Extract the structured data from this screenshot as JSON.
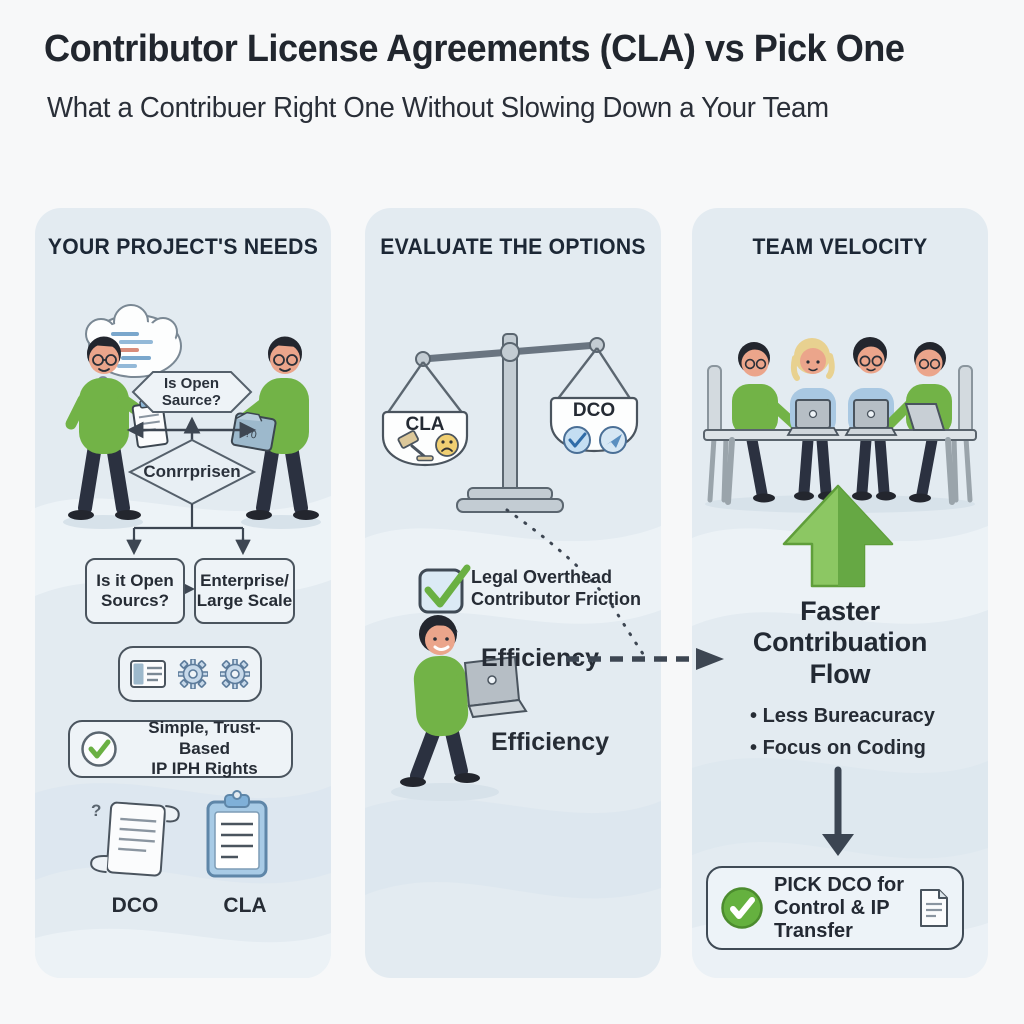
{
  "header": {
    "title": "Contributor License Agreements (CLA) vs Pick One",
    "subtitle": "What a Contribuer Right One Without Slowing Down a Your Team"
  },
  "p1": {
    "title": "YOUR PROJECT'S NEEDS",
    "hexagon_label": "Is Open Saurce?",
    "diamond_label": "Conrrprisen",
    "box_left": "Is it Open\nSourcs?",
    "box_right": "Enterprise/\nLarge Scale",
    "trust_label": "Simple, Trust-Based\nIP IPH Rights",
    "scroll_mark": "?",
    "dco_label": "DCO",
    "cla_label": "CLA"
  },
  "p2": {
    "title": "EVALUATE THE OPTIONS",
    "pan_left": "CLA",
    "pan_right": "DCO",
    "legal_label": "Legal Overthead\nContributor Friction",
    "efficiency_top": "Efficiency",
    "efficiency_bottom": "Efficiency"
  },
  "p3": {
    "title": "TEAM VELOCITY",
    "flow_label": "Faster\nContribuation\nFlow",
    "bullets": [
      "Less Bureacuracy",
      "Focus on Coding"
    ],
    "pick_label": "PICK DCO for\nControl & IP Transfer"
  },
  "colors": {
    "panel_bg": "#e3ebf1",
    "ink": "#1e2732",
    "accent_green": "#6ab043",
    "blue_accent": "#7fb0d8",
    "warn_yellow": "#f0cf72"
  }
}
